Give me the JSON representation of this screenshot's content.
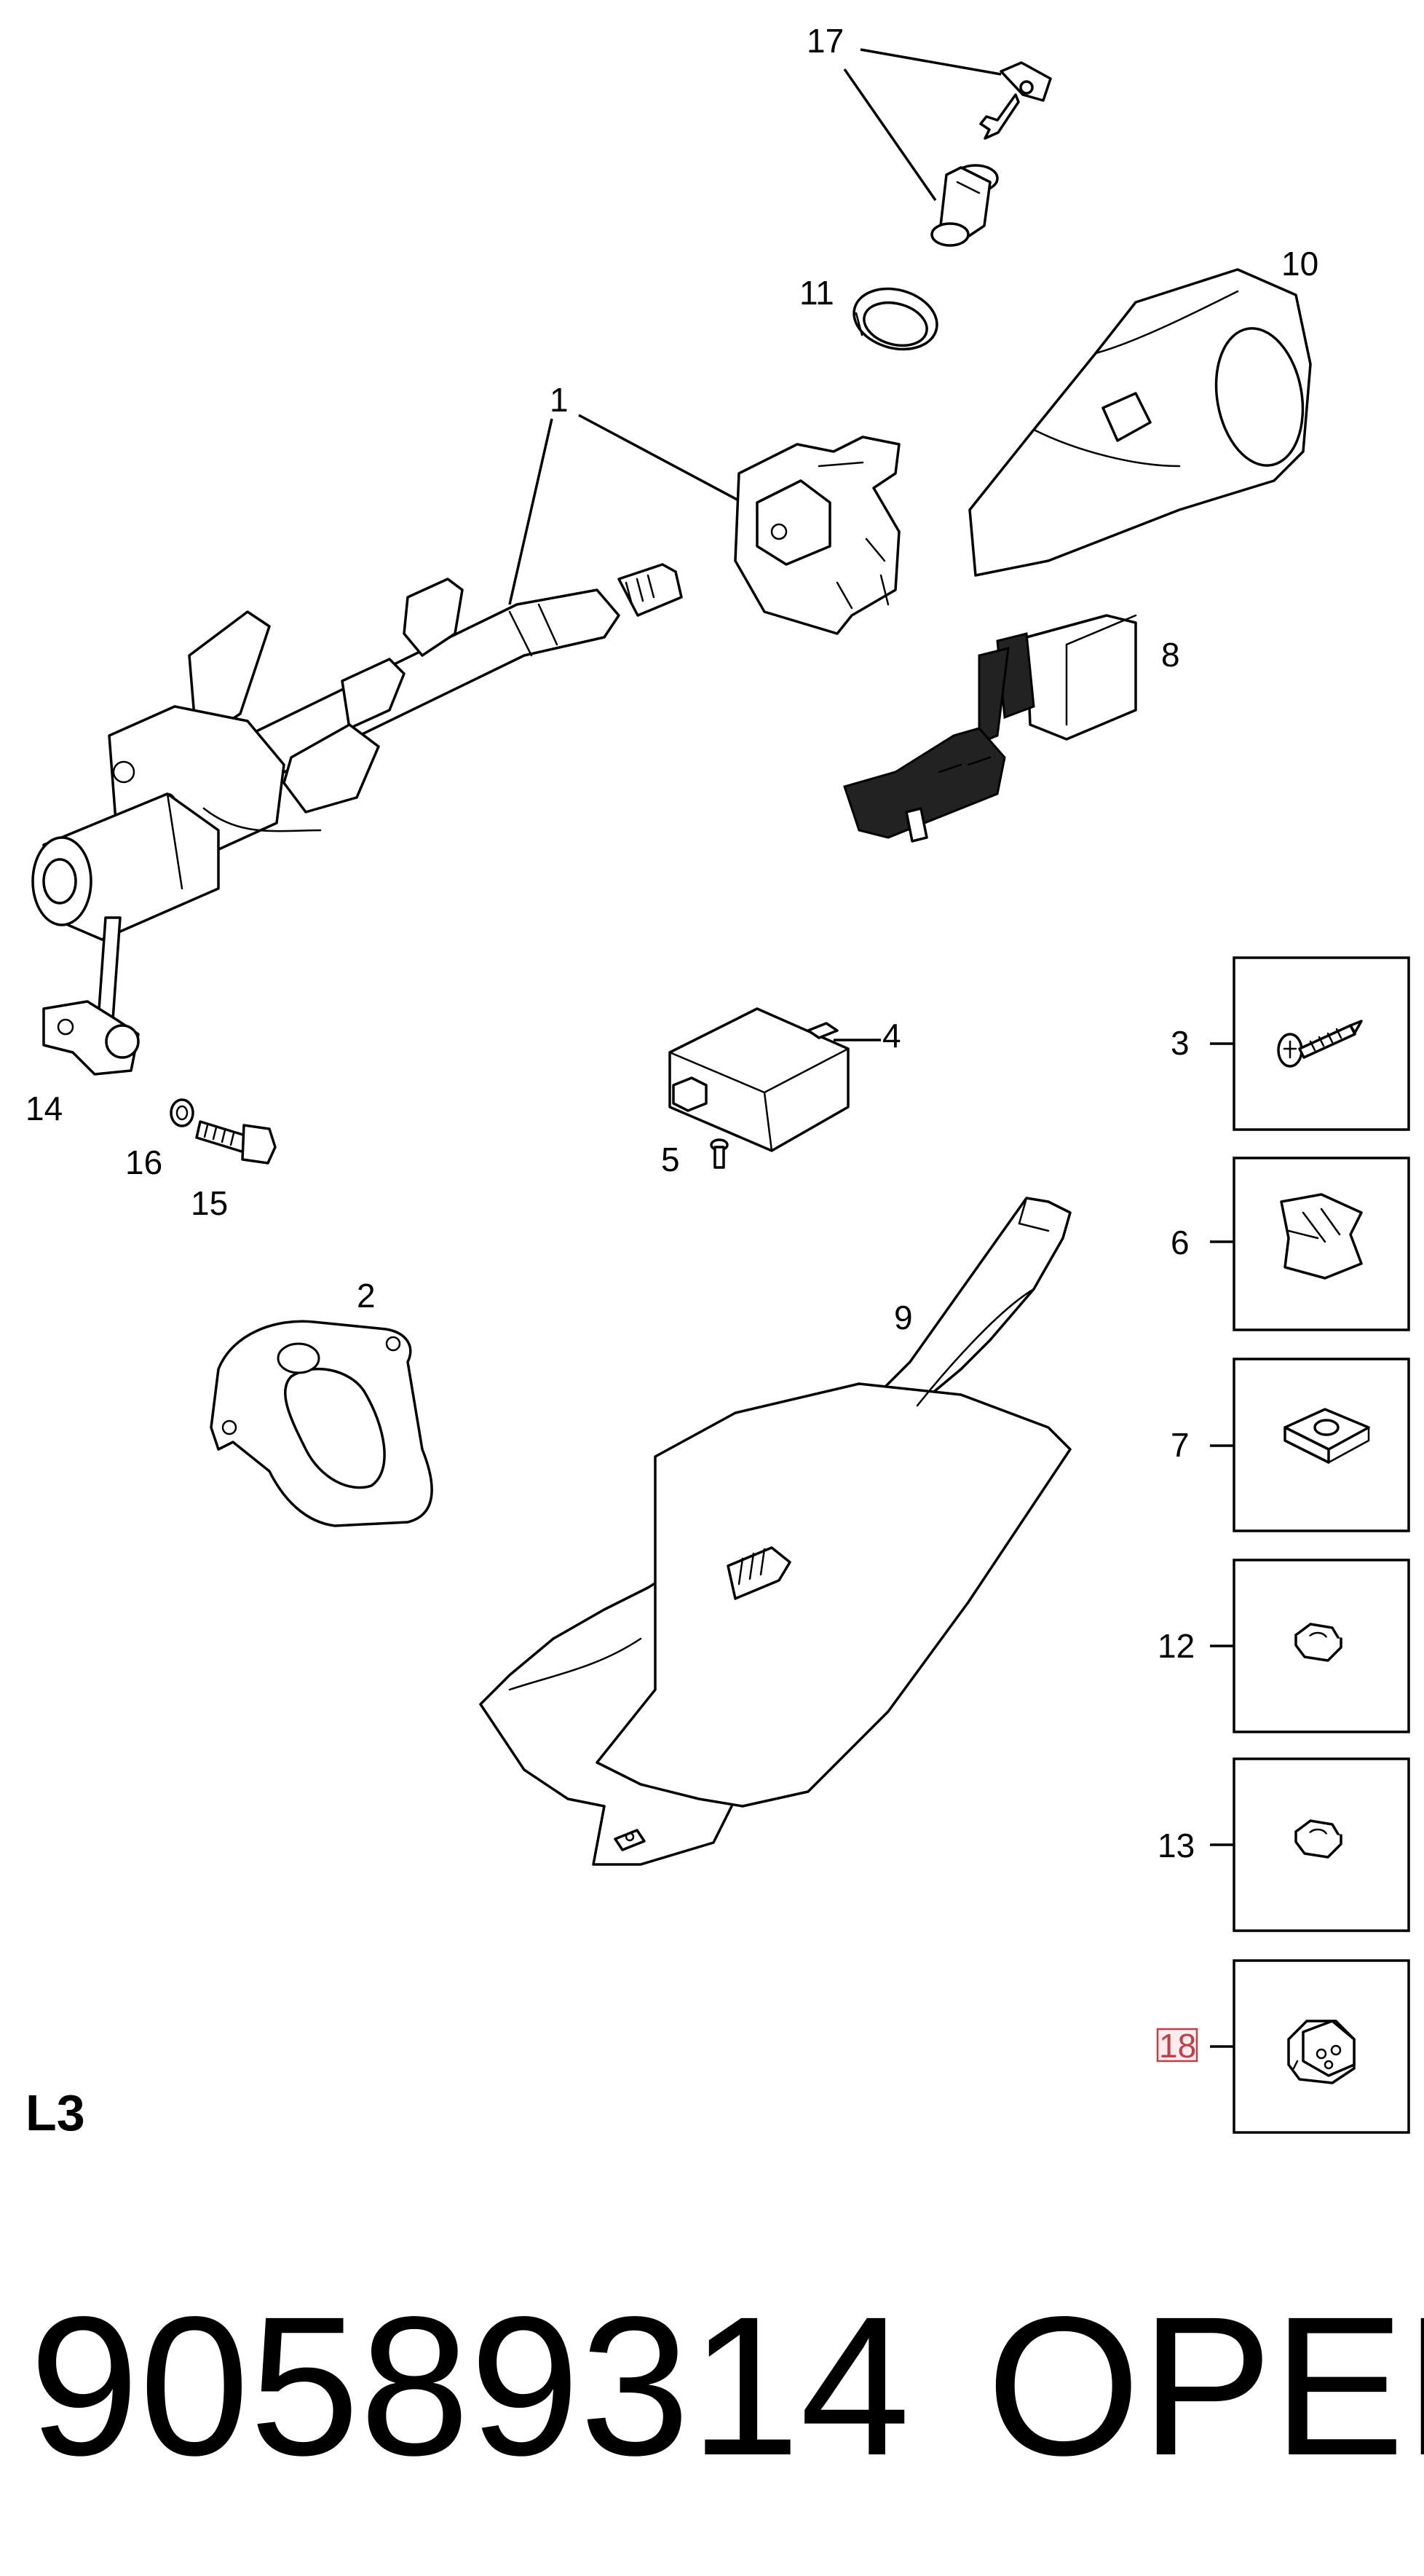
{
  "callouts": {
    "c1": "1",
    "c2": "2",
    "c3": "3",
    "c4": "4",
    "c5": "5",
    "c6": "6",
    "c7": "7",
    "c8": "8",
    "c9": "9",
    "c10": "10",
    "c11": "11",
    "c12": "12",
    "c13": "13",
    "c14": "14",
    "c15": "15",
    "c16": "16",
    "c17": "17",
    "c18": "18"
  },
  "section_code": "L3",
  "footer": {
    "part_number": "90589314",
    "brand": "OPEL"
  },
  "highlight_color": "#c0404a"
}
